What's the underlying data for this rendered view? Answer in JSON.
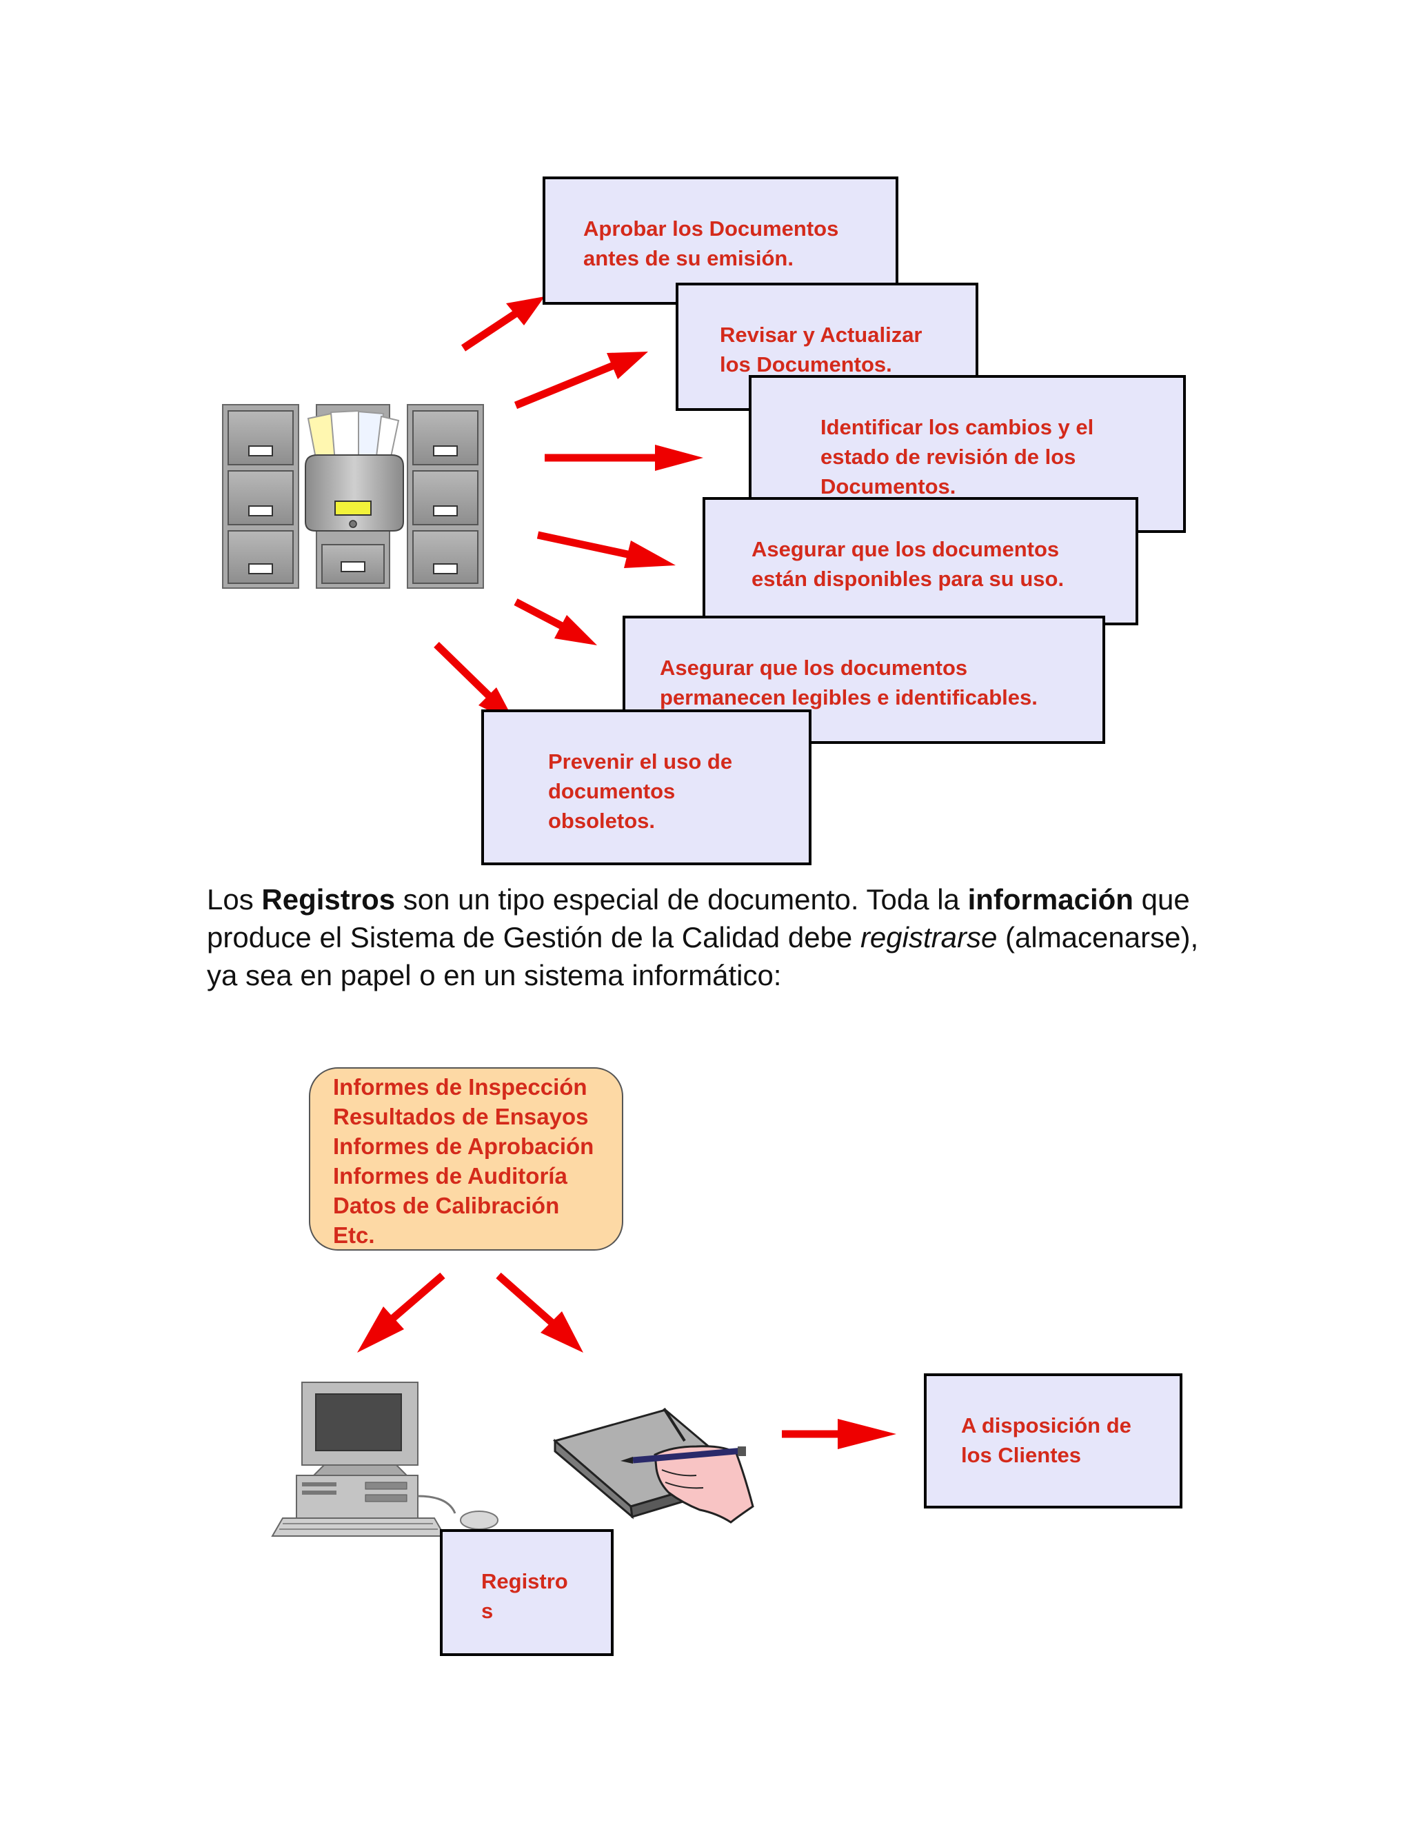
{
  "process_boxes": [
    {
      "lines": [
        "Aprobar los Documentos",
        "antes de su emisión."
      ]
    },
    {
      "lines": [
        "Revisar y Actualizar",
        "los Documentos."
      ]
    },
    {
      "lines": [
        "Identificar los cambios y el",
        "estado de revisión de los",
        "Documentos."
      ]
    },
    {
      "lines": [
        "Asegurar que los documentos",
        "están disponibles para su uso."
      ]
    },
    {
      "lines": [
        "Asegurar que los documentos",
        "permanecen legibles e identificables."
      ]
    },
    {
      "lines": [
        "Prevenir el uso de",
        "documentos",
        "obsoletos."
      ]
    }
  ],
  "paragraph": {
    "t1": "Los ",
    "b1": "Registros",
    "t2": " son un tipo especial de documento. Toda la ",
    "b2": "información",
    "t3": " que produce el Sistema de Gestión de la Calidad debe ",
    "i1": "registrarse",
    "t4": " (almacenarse), ya sea en papel o en un sistema informático:"
  },
  "records_list": [
    "Informes de Inspección",
    "Resultados de Ensayos",
    "Informes de Aprobación",
    "Informes de Auditoría",
    "Datos de Calibración",
    "Etc."
  ],
  "registros_box": {
    "lines": [
      "Registro",
      "s"
    ]
  },
  "clients_box": {
    "lines": [
      "A disposición de",
      "los Clientes"
    ]
  },
  "colors": {
    "box_fill": "#e6e6fa",
    "box_text": "#d42a1b",
    "arrow": "#ee0000",
    "list_fill": "#fdd9a5"
  },
  "icons": [
    "filing-cabinet-icon",
    "computer-icon",
    "writing-hand-icon",
    "arrow-icon"
  ]
}
